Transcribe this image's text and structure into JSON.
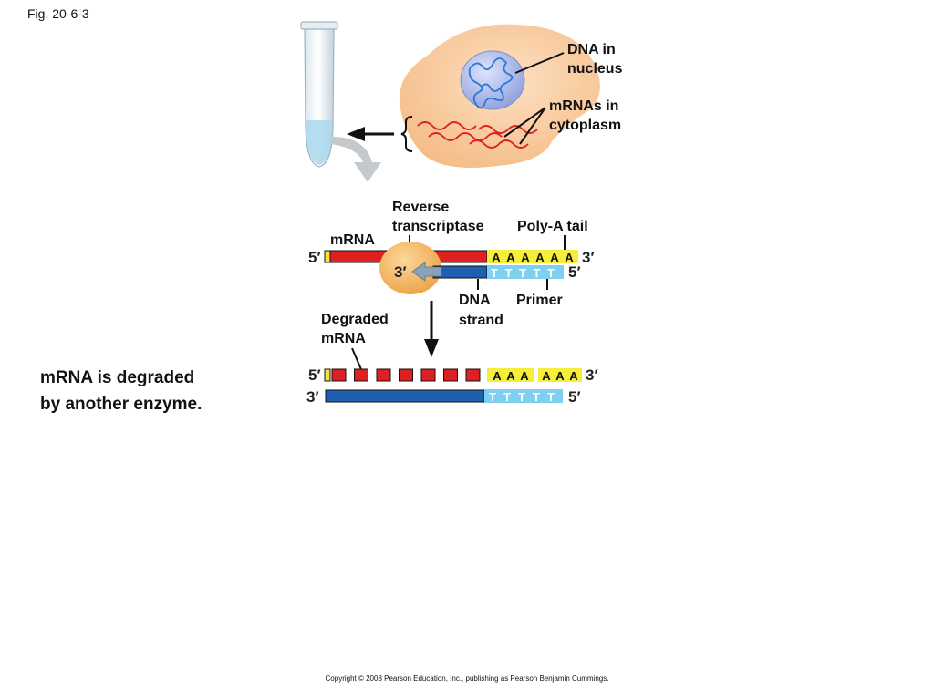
{
  "figure_number": "Fig. 20-6-3",
  "labels": {
    "dna_in_nucleus": [
      "DNA in",
      "nucleus"
    ],
    "mrnas_in_cytoplasm": [
      "mRNAs in",
      "cytoplasm"
    ],
    "reverse_transcriptase": [
      "Reverse",
      "transcriptase"
    ],
    "poly_a_tail": "Poly-A tail",
    "mrna": "mRNA",
    "dna_strand": [
      "DNA",
      "strand"
    ],
    "primer": "Primer",
    "degraded_mrna": [
      "Degraded",
      "mRNA"
    ]
  },
  "strand_ends": {
    "five_prime": "5′",
    "three_prime": "3′"
  },
  "sequences": {
    "poly_a": [
      "A",
      "A",
      "A",
      "A",
      "A",
      "A"
    ],
    "primer": [
      "T",
      "T",
      "T",
      "T",
      "T"
    ],
    "degraded_poly_a_left": [
      "A",
      "A",
      "A"
    ],
    "degraded_poly_a_right": [
      "A",
      "A",
      "A"
    ],
    "degraded_primer": [
      "T",
      "T",
      "T",
      "T",
      "T"
    ]
  },
  "caption": [
    "mRNA is degraded",
    "by another enzyme."
  ],
  "copyright": "Copyright © 2008 Pearson Education, Inc., publishing as Pearson Benjamin Cummings.",
  "colors": {
    "mrna": "#e02020",
    "dna": "#1f5fb0",
    "primer": "#7fd0f0",
    "poly_a": "#f5ee3a",
    "cell": "#f7c99a",
    "nucleus": "#a8b8e8",
    "enzyme": "#f2b15a",
    "cap": "#f5e23a"
  }
}
